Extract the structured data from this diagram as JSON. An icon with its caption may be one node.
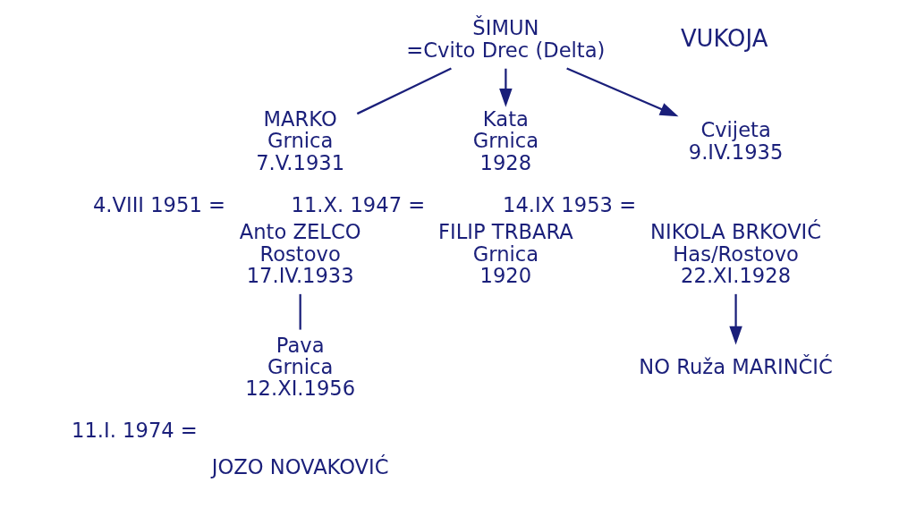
{
  "diagram": {
    "nodes": [
      {
        "text": [
          "ŠIMUN",
          "=Cvito Drec (Delta)"
        ]
      },
      {
        "text": [
          "MARKO",
          "Grnica",
          "7.V.1931"
        ]
      },
      {
        "text": [
          "Kata",
          "Grnica",
          "1928"
        ]
      },
      {
        "text": [
          "Cvijeta",
          "9.IV.1935"
        ]
      },
      {
        "text": [
          "Anto ZELCO",
          "Rostovo",
          "17.IV.1933"
        ],
        "beside": [
          "4.VIII 1951 ="
        ]
      },
      {
        "text": [
          "FILIP TRBARA",
          "Grnica",
          "1920"
        ],
        "beside": [
          "11.X. 1947 ="
        ]
      },
      {
        "text": [
          "NIKOLA BRKOVIĆ",
          "Has/Rostovo",
          "22.XI.1928"
        ],
        "beside": [
          "14.IX 1953 ="
        ]
      },
      {
        "text": [
          "NO Ruža MARINČIĆ"
        ]
      },
      {
        "text": [
          "Pava",
          "Grnica",
          "12.XI.1956"
        ]
      },
      {
        "text": [
          "JOZO NOVAKOVIĆ"
        ],
        "beside": [
          "11.I. 1974 ="
        ]
      }
    ],
    "edges": [
      {
        "from": 0,
        "to": 1,
        "arrow": "none"
      },
      {
        "from": 0,
        "to": 2,
        "arrow": "to"
      },
      {
        "from": 0,
        "to": 3,
        "arrow": "to"
      },
      {
        "from": 6,
        "to": 7,
        "arrow": "to"
      },
      {
        "from": 4,
        "to": 8,
        "arrow": "none"
      }
    ],
    "labels": [
      "VUKOJA"
    ]
  }
}
